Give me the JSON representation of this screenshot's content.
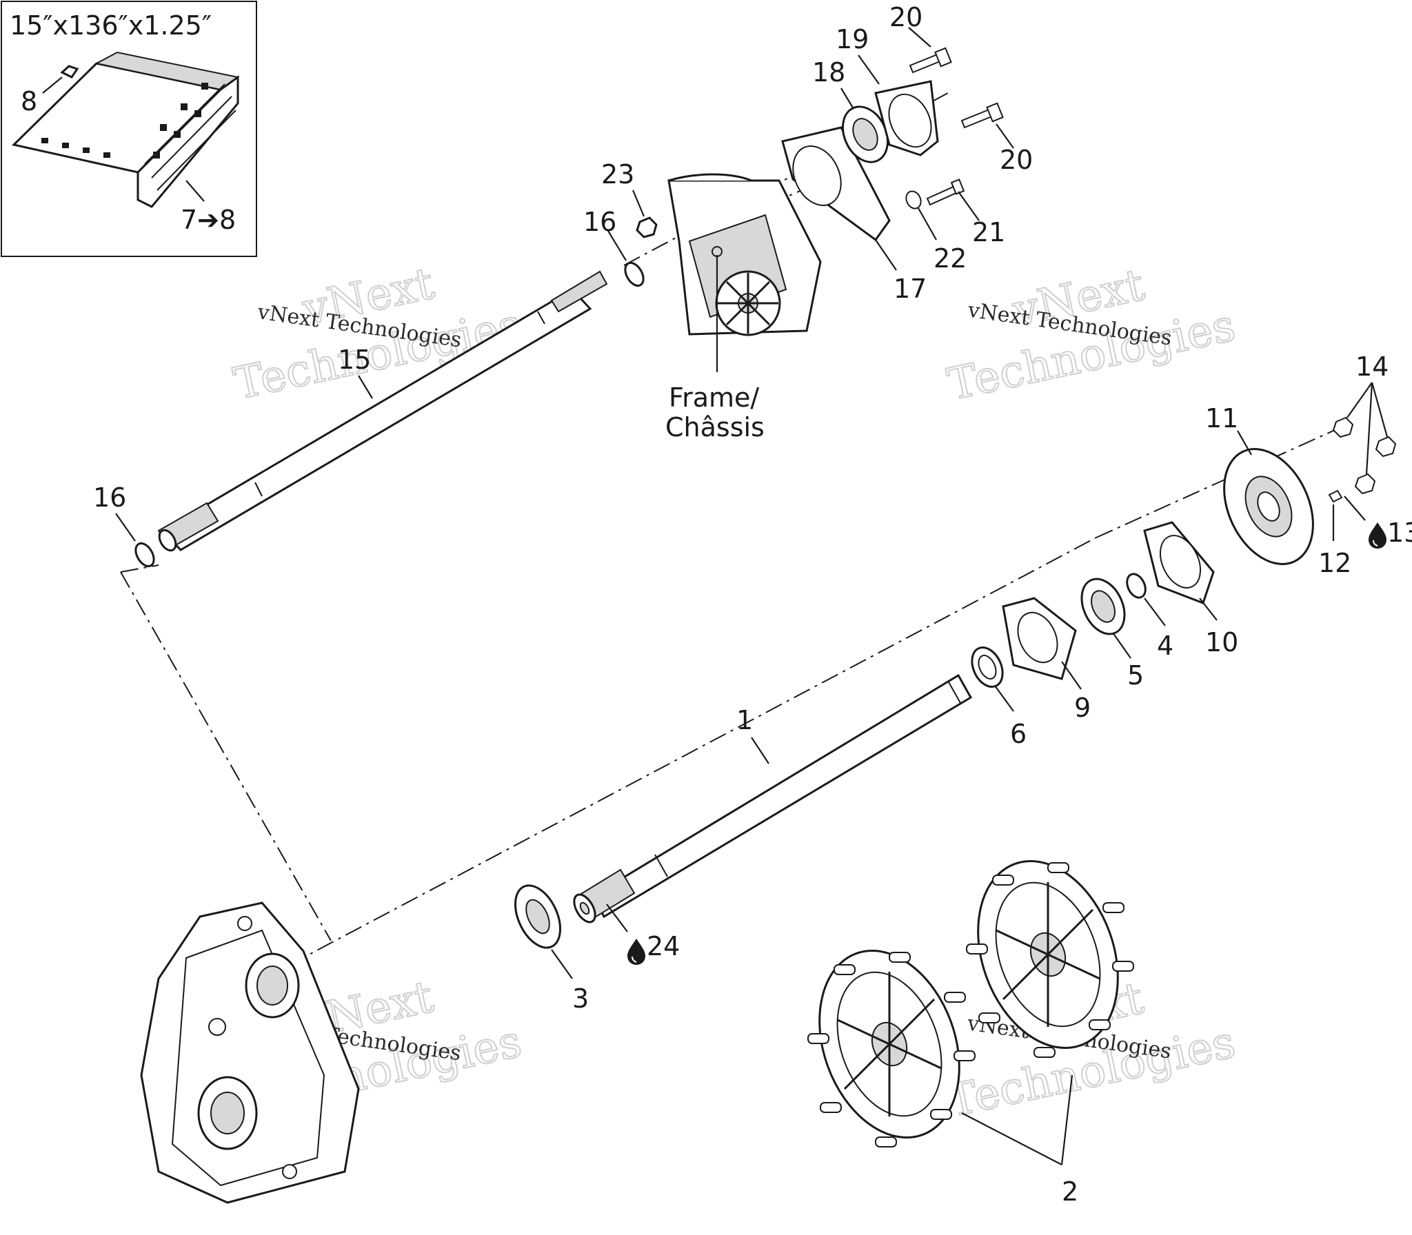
{
  "belt_spec": "15″x136″x1.25″",
  "frame_label_line1": "Frame/",
  "frame_label_line2": "Châssis",
  "lube_icon": "oil-drop-icon",
  "lube_refs": {
    "a": "13",
    "b": "24"
  },
  "callouts": {
    "c1": "1",
    "c2": "2",
    "c3": "3",
    "c4": "4",
    "c5": "5",
    "c6": "6",
    "c7": "7➔8",
    "c8": "8",
    "c9": "9",
    "c10": "10",
    "c11": "11",
    "c12": "12",
    "c14": "14",
    "c15": "15",
    "c16a": "16",
    "c16b": "16",
    "c17": "17",
    "c18": "18",
    "c19": "19",
    "c20a": "20",
    "c20b": "20",
    "c21": "21",
    "c22": "22",
    "c23": "23"
  },
  "watermark": {
    "line_small": "vNext Technologies",
    "line_big1": "vNext",
    "line_big2": "Technologies"
  }
}
